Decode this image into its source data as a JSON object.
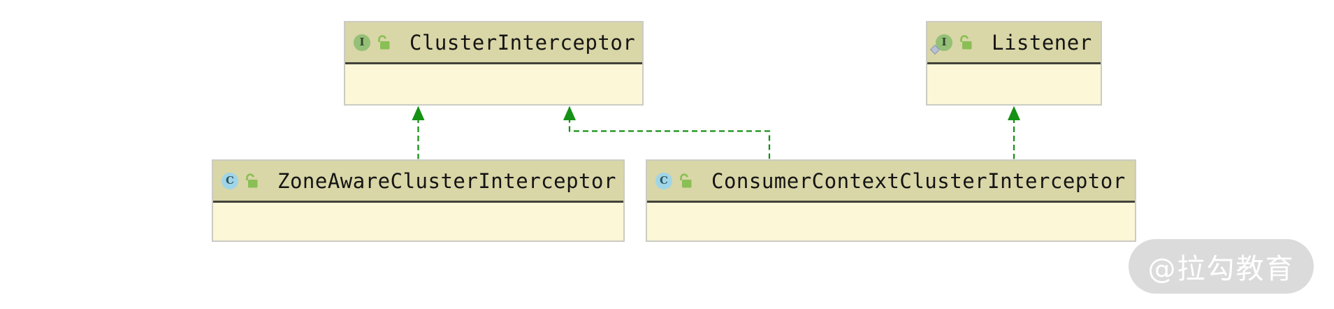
{
  "colors": {
    "edge_green": "#159115",
    "header_bg": "#d9d6a7",
    "body_bg": "#fbf7d7",
    "node_border": "#cbcbc3",
    "separator": "#42423a",
    "class_icon_bg": "#a0d5e8",
    "class_icon_fg": "#2f565e",
    "interface_icon_bg": "#95c077",
    "interface_icon_fg": "#35432f",
    "lock_green": "#8abf55",
    "diamond_fill": "#b7c1d2",
    "diamond_border": "#8d98ad",
    "title_color": "#141414",
    "watermark_bg": "#d9d9d9",
    "watermark_text": "#ffffff"
  },
  "diagram": {
    "nodes": [
      {
        "name": "ClusterInterceptor",
        "stereotype": "interface",
        "icon_letter": "I",
        "visibility": "public-open-lock",
        "static_marker": false
      },
      {
        "name": "Listener",
        "stereotype": "interface",
        "icon_letter": "I",
        "visibility": "public-open-lock",
        "static_marker": true
      },
      {
        "name": "ZoneAwareClusterInterceptor",
        "stereotype": "class",
        "icon_letter": "C",
        "visibility": "public-open-lock",
        "static_marker": false
      },
      {
        "name": "ConsumerContextClusterInterceptor",
        "stereotype": "class",
        "icon_letter": "C",
        "visibility": "public-open-lock",
        "static_marker": false
      }
    ],
    "edges": [
      {
        "from": "ZoneAwareClusterInterceptor",
        "to": "ClusterInterceptor",
        "type": "implements"
      },
      {
        "from": "ConsumerContextClusterInterceptor",
        "to": "ClusterInterceptor",
        "type": "implements"
      },
      {
        "from": "ConsumerContextClusterInterceptor",
        "to": "Listener",
        "type": "implements"
      }
    ]
  },
  "watermark": {
    "text": "@拉勾教育"
  }
}
